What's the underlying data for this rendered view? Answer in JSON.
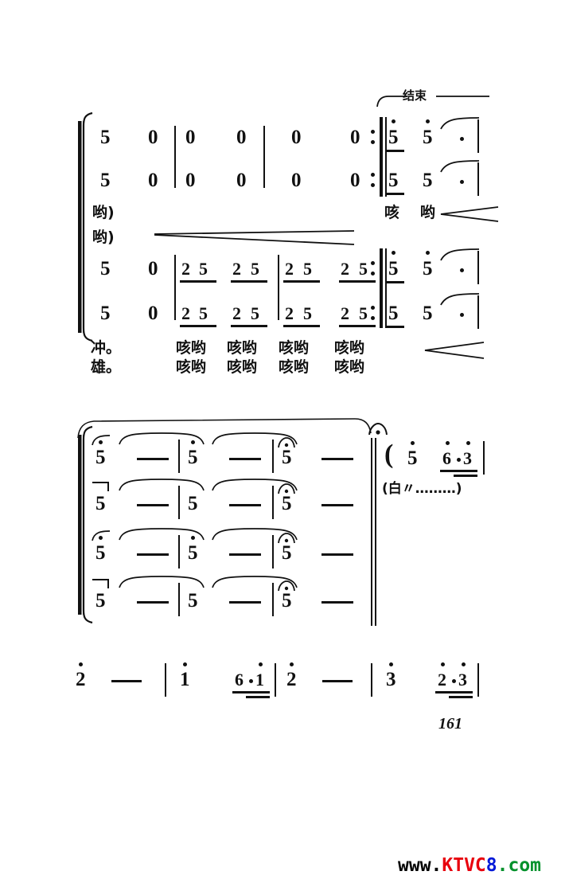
{
  "document": {
    "type": "jianpu-sheet-music-scan",
    "page_number": "161",
    "ink_color": "#111111"
  },
  "system1": {
    "marking": {
      "label": "结束"
    },
    "voices": [
      {
        "id": "voice-1",
        "notes": [
          "5",
          "0",
          "0",
          "0",
          "0",
          "0"
        ],
        "after_repeat": [
          "5",
          "5",
          "·"
        ]
      },
      {
        "id": "voice-2",
        "notes": [
          "5",
          "0",
          "0",
          "0",
          "0",
          "0"
        ],
        "after_repeat": [
          "5",
          "5",
          "·"
        ]
      },
      {
        "id": "voice-3",
        "notes": [
          "5",
          "0",
          "2",
          "5",
          "2",
          "5",
          "2",
          "5",
          "2",
          "5"
        ],
        "after_repeat": [
          "5",
          "5",
          "·"
        ]
      },
      {
        "id": "voice-4",
        "notes": [
          "5",
          "0",
          "2",
          "5",
          "2",
          "5",
          "2",
          "5",
          "2",
          "5"
        ],
        "after_repeat": [
          "5",
          "5",
          "·"
        ]
      }
    ],
    "lyrics_upper": [
      "哟)",
      "哟)"
    ],
    "lyrics_upper_right": [
      "咳",
      "哟"
    ],
    "lyrics_lower_line1": [
      "冲。",
      "咳哟",
      "咳哟",
      "咳哟",
      "咳哟"
    ],
    "lyrics_lower_line2": [
      "雄。",
      "咳哟",
      "咳哟",
      "咳哟",
      "咳哟"
    ]
  },
  "system2": {
    "voices": [
      {
        "id": "voice-1",
        "notes": [
          "5",
          "—",
          "5",
          "—",
          "5",
          "—"
        ]
      },
      {
        "id": "voice-2",
        "notes": [
          "5",
          "—",
          "5",
          "—",
          "5",
          "—"
        ]
      },
      {
        "id": "voice-3",
        "notes": [
          "5",
          "—",
          "5",
          "—",
          "5",
          "—"
        ]
      },
      {
        "id": "voice-4",
        "notes": [
          "5",
          "—",
          "5",
          "—",
          "5",
          "—"
        ]
      }
    ],
    "coda": {
      "open_paren": "(",
      "notes": [
        "5",
        "6",
        "·",
        "3"
      ],
      "spoken_direction": "(白〃………)"
    }
  },
  "system3": {
    "measures": [
      {
        "notes": [
          "2",
          "—"
        ]
      },
      {
        "notes": [
          "1",
          "6",
          "·",
          "1"
        ]
      },
      {
        "notes": [
          "2",
          "—"
        ]
      },
      {
        "notes": [
          "3",
          "2",
          "·",
          "3"
        ]
      }
    ]
  },
  "watermark": {
    "part_www": "www.",
    "part_ktvc": "KTVC",
    "part_8": "8",
    "part_com": ".com",
    "color_www": "#000000",
    "color_ktvc": "#e8000d",
    "color_8": "#0018d8",
    "color_com": "#00912b"
  }
}
